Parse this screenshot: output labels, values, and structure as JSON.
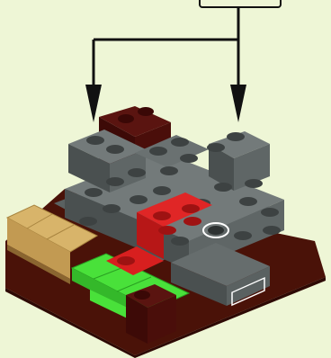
{
  "scene": {
    "kind": "lego-build-step",
    "background_color": "#eef6d6",
    "callout_count": 2,
    "parts_added": [
      {
        "color": "dark-gray",
        "shape": "2x2 brick",
        "count": 2
      }
    ],
    "colors": {
      "dark_gray": "#5f6666",
      "dark_gray_top": "#737a7a",
      "dark_gray_side": "#4a5050",
      "stud": "#3d4242",
      "dark_red": "#4a0e0a",
      "red": "#d81f1f",
      "bright_green": "#49e13a",
      "tan": "#d8b46a",
      "base_brown": "#4a1208",
      "arrow_black": "#111111"
    }
  }
}
